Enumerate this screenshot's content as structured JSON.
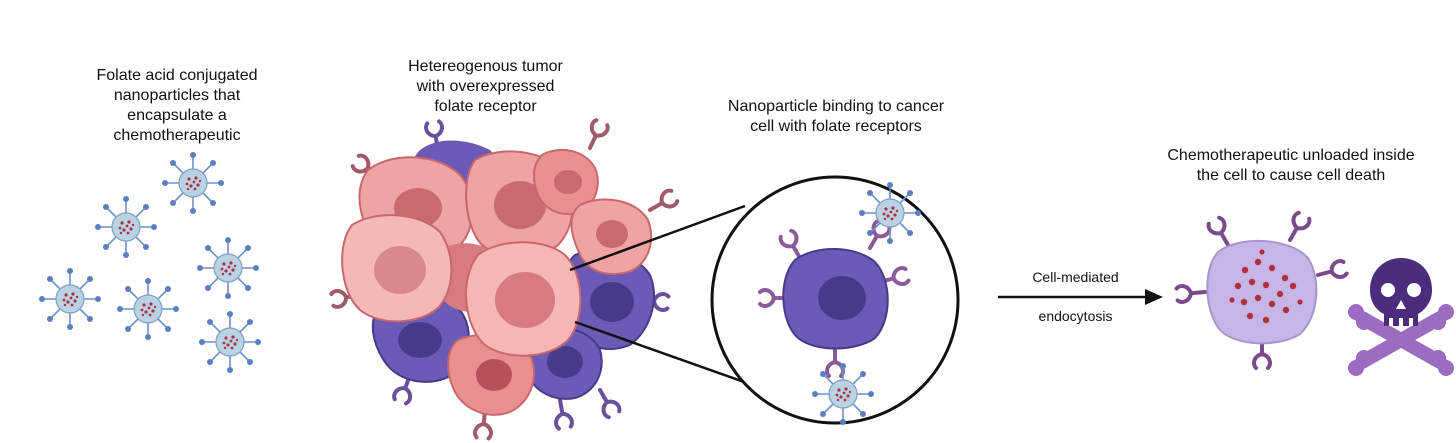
{
  "captions": {
    "nanoparticles": "Folate acid conjugated nanoparticles that encapsulate a chemotherapeutic",
    "tumor": "Hetereogenous tumor with overexpressed folate receptor",
    "binding": "Nanoparticle binding to cancer cell with folate receptors",
    "death": "Chemotherapeutic unloaded inside the cell to cause cell death"
  },
  "arrow": {
    "label_top": "Cell-mediated",
    "label_bottom": "endocytosis"
  },
  "colors": {
    "pink_cell": "#f0a3a5",
    "pink_dark": "#c9676c",
    "salmon_cell": "#e98f90",
    "purple_cell": "#6b5bb7",
    "purple_dark": "#463a8a",
    "receptor": "#8b5a9a",
    "nanoparticle_core": "#b9d2e4",
    "nanoparticle_spoke": "#5b7fc0",
    "drug_dot": "#b0303f",
    "dying_cell": "#c6b5e6",
    "skull": "#4c2d7d",
    "crossbones": "#9b6cc0"
  },
  "icons": [
    "nanoparticle-icon",
    "tumor-cluster-icon",
    "magnifier-circle-icon",
    "cancer-cell-icon",
    "skull-crossbones-icon",
    "arrow-right-icon"
  ]
}
